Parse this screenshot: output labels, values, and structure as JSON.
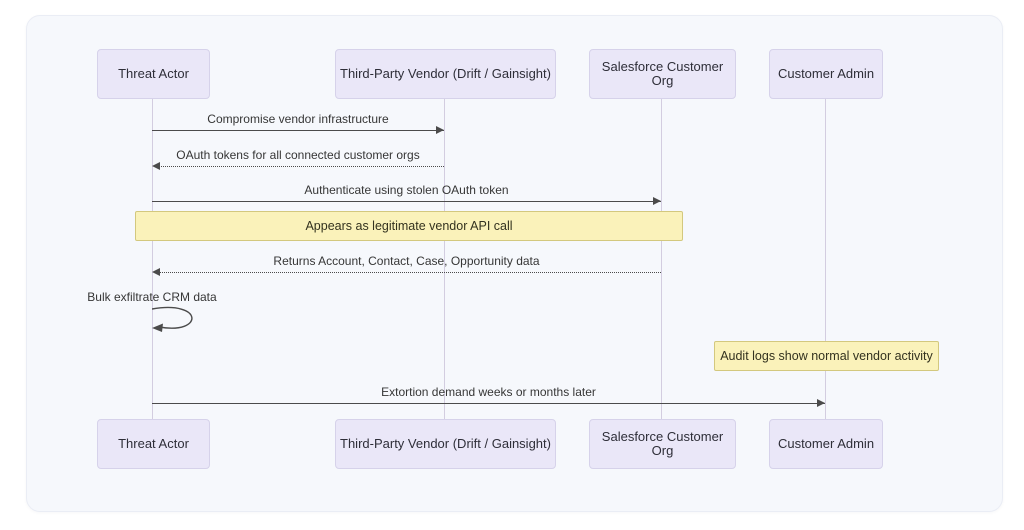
{
  "colors": {
    "panel_bg": "#f6f8fc",
    "panel_border": "#eaedf5",
    "actor_fill": "#eae7f8",
    "actor_border": "#d6d2ea",
    "note_fill": "#faf2ba",
    "note_border": "#d3c87e",
    "arrow": "#4b4b4b",
    "lifeline": "#d3cde0",
    "text": "#363636"
  },
  "diagram": {
    "type": "sequence-diagram",
    "actors": [
      {
        "name": "Threat Actor"
      },
      {
        "name": "Third-Party Vendor (Drift / Gainsight)"
      },
      {
        "name": "Salesforce Customer Org"
      },
      {
        "name": "Customer Admin"
      }
    ],
    "messages": [
      {
        "from": "Threat Actor",
        "to": "Third-Party Vendor (Drift / Gainsight)",
        "label": "Compromise vendor infrastructure",
        "style": "solid"
      },
      {
        "from": "Third-Party Vendor (Drift / Gainsight)",
        "to": "Threat Actor",
        "label": "OAuth tokens for all connected customer orgs",
        "style": "dotted"
      },
      {
        "from": "Threat Actor",
        "to": "Salesforce Customer Org",
        "label": "Authenticate using stolen OAuth token",
        "style": "solid"
      },
      {
        "from": "Salesforce Customer Org",
        "to": "Threat Actor",
        "label": "Returns Account, Contact, Case, Opportunity data",
        "style": "dotted"
      },
      {
        "from": "Threat Actor",
        "to": "Threat Actor",
        "label": "Bulk exfiltrate CRM data",
        "style": "self"
      },
      {
        "from": "Threat Actor",
        "to": "Customer Admin",
        "label": "Extortion demand weeks or months later",
        "style": "solid"
      }
    ],
    "notes": [
      {
        "label": "Appears as legitimate vendor API call",
        "position": "over Threat Actor and Salesforce Customer Org"
      },
      {
        "label": "Audit logs show normal vendor activity",
        "position": "over Customer Admin"
      }
    ]
  }
}
